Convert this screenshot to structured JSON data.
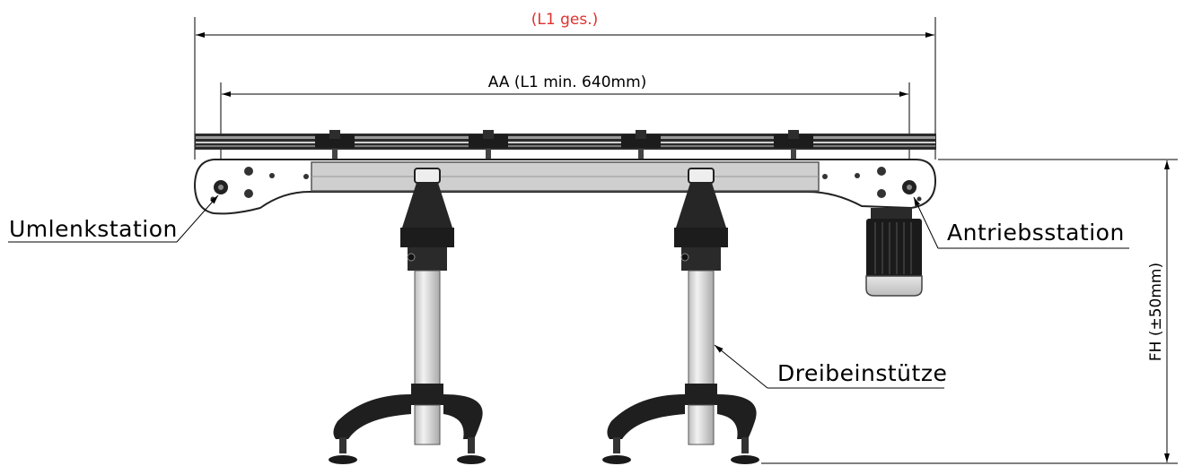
{
  "dimensions": {
    "total_length": "(L1 ges.)",
    "axis_distance": "AA (L1 min. 640mm)",
    "working_height": "FH (±50mm)"
  },
  "labels": {
    "idler": "Umlenkstation",
    "drive": "Antriebsstation",
    "support": "Dreibeinstütze"
  },
  "colors": {
    "dimension_highlight": "#e0312e",
    "frame_dark": "#222222",
    "frame_light": "#d4d4d4",
    "motor": "#1a1a1a",
    "motor_cover": "#d0d0d0"
  }
}
